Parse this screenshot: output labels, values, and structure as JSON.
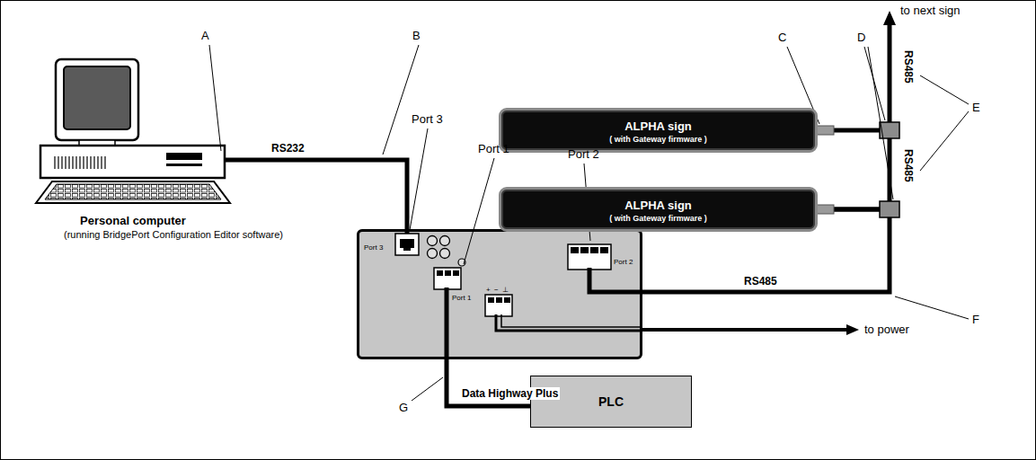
{
  "diagram": {
    "nodes": [
      {
        "text": [
          "Personal computer",
          "(running BridgePort Configuration Editor software)"
        ]
      },
      {
        "text": [
          "Port 3",
          "Port 2",
          "Port 1",
          "+ − ⊥"
        ]
      },
      {
        "text": [
          "ALPHA sign",
          "( with Gateway firmware )"
        ]
      },
      {
        "text": [
          "ALPHA sign",
          "( with Gateway firmware )"
        ]
      },
      {
        "text": [
          "PLC"
        ]
      }
    ],
    "edges": [
      {
        "from": 0,
        "to": 1,
        "arrow": "none",
        "label": "RS232"
      },
      {
        "from": 1,
        "to": 4,
        "arrow": "none",
        "label": "Data Highway Plus"
      },
      {
        "from": 1,
        "to": 3,
        "arrow": "none",
        "label": "RS485"
      },
      {
        "from": 3,
        "to": 2,
        "arrow": "none",
        "label": "RS485"
      }
    ],
    "labels": [
      "A",
      "B",
      "Port 3",
      "Port 1",
      "Port 2",
      "C",
      "D",
      "E",
      "F",
      "G",
      "to next sign",
      "RS485",
      "to power"
    ]
  }
}
